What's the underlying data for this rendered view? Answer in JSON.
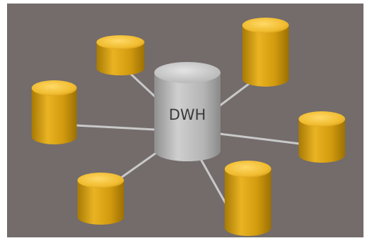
{
  "diagram": {
    "hub": {
      "label": "DWH",
      "color": "#b8b8b8"
    },
    "satellite_color": "#e0a512",
    "background": "#736c6b",
    "connector_color": "#c9c9c9",
    "satellites": [
      {
        "id": "top-left"
      },
      {
        "id": "top-right"
      },
      {
        "id": "left"
      },
      {
        "id": "right"
      },
      {
        "id": "bottom-left"
      },
      {
        "id": "bottom-right"
      }
    ]
  }
}
